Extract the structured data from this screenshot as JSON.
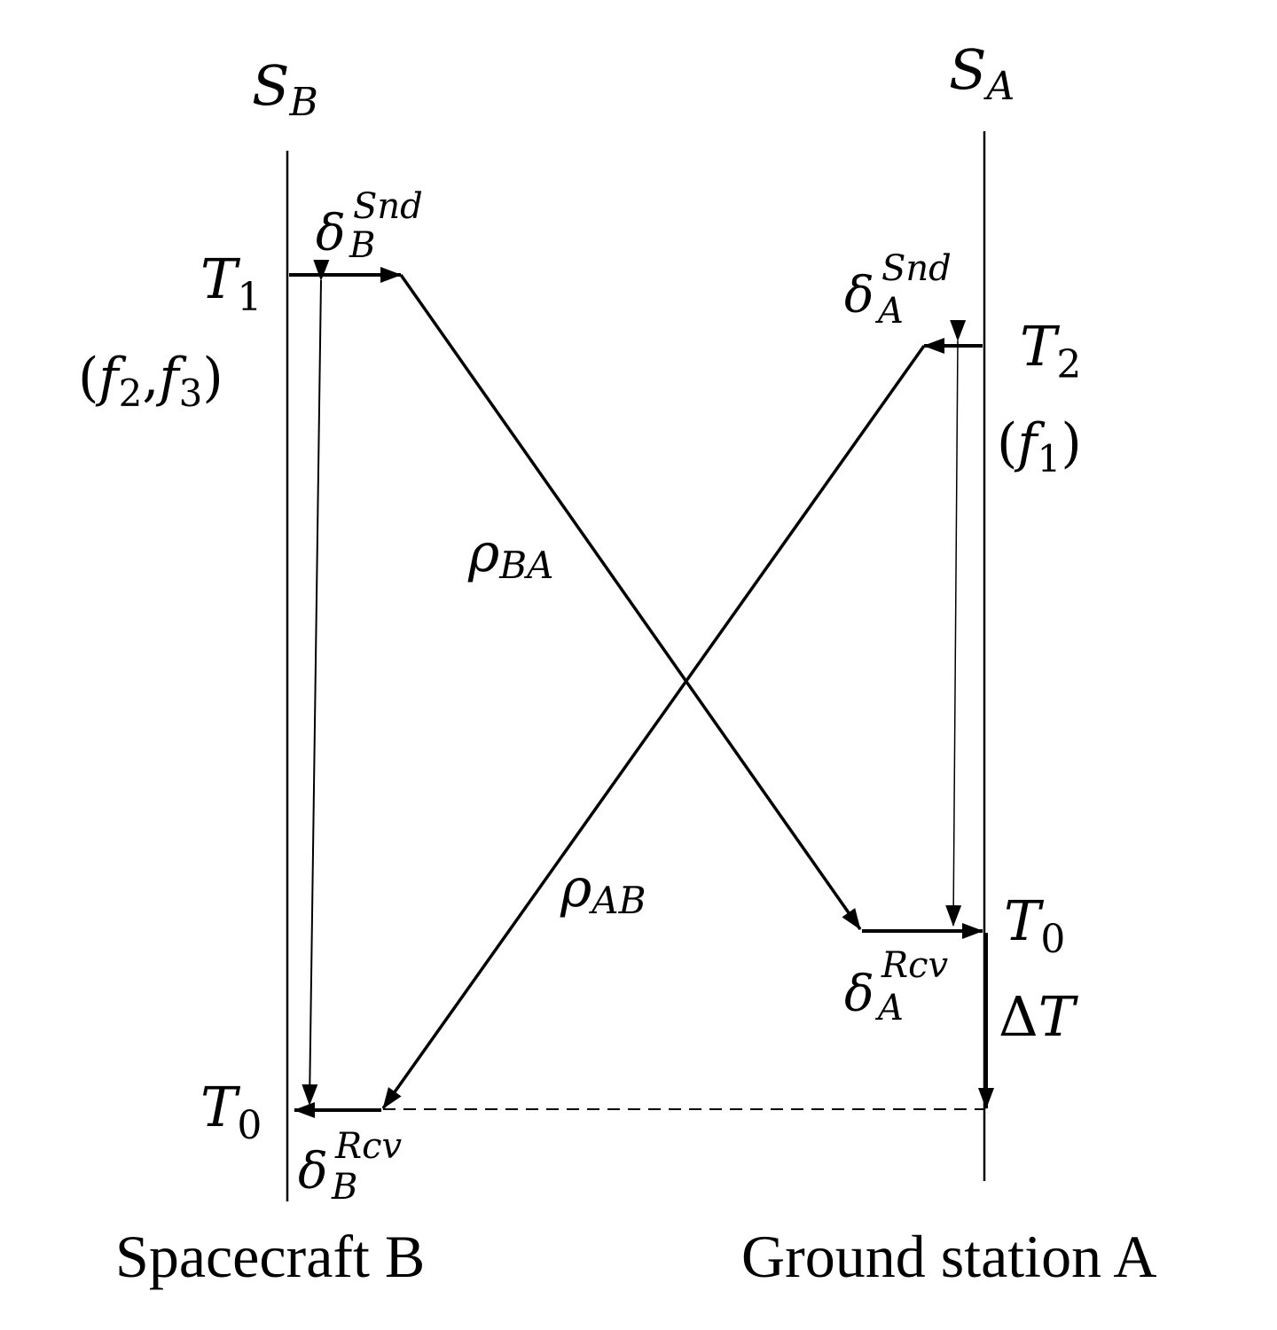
{
  "left_axis": {
    "symbol": "S",
    "subscript": "B",
    "caption": "Spacecraft B",
    "t1_label": {
      "symbol": "T",
      "subscript": "1"
    },
    "freq_label": {
      "open": "(",
      "f2": "f",
      "f2_sub": "2",
      "comma": ",",
      "f3": "f",
      "f3_sub": "3",
      "close": ")"
    },
    "t0_label": {
      "symbol": "T",
      "subscript": "0"
    },
    "delta_snd": {
      "symbol": "δ",
      "subscript": "B",
      "superscript": "Snd"
    },
    "delta_rcv": {
      "symbol": "δ",
      "subscript": "B",
      "superscript": "Rcv"
    }
  },
  "right_axis": {
    "symbol": "S",
    "subscript": "A",
    "caption": "Ground station A",
    "t2_label": {
      "symbol": "T",
      "subscript": "2"
    },
    "freq_label": {
      "open": "(",
      "f1": "f",
      "f1_sub": "1",
      "close": ")"
    },
    "t0_label": {
      "symbol": "T",
      "subscript": "0"
    },
    "delta_snd": {
      "symbol": "δ",
      "subscript": "A",
      "superscript": "Snd"
    },
    "delta_rcv": {
      "symbol": "δ",
      "subscript": "A",
      "superscript": "Rcv"
    },
    "delta_t": {
      "prefix": "Δ",
      "symbol": "T"
    }
  },
  "signals": {
    "rho_ba": {
      "symbol": "ρ",
      "subscript": "BA"
    },
    "rho_ab": {
      "symbol": "ρ",
      "subscript": "AB"
    }
  }
}
